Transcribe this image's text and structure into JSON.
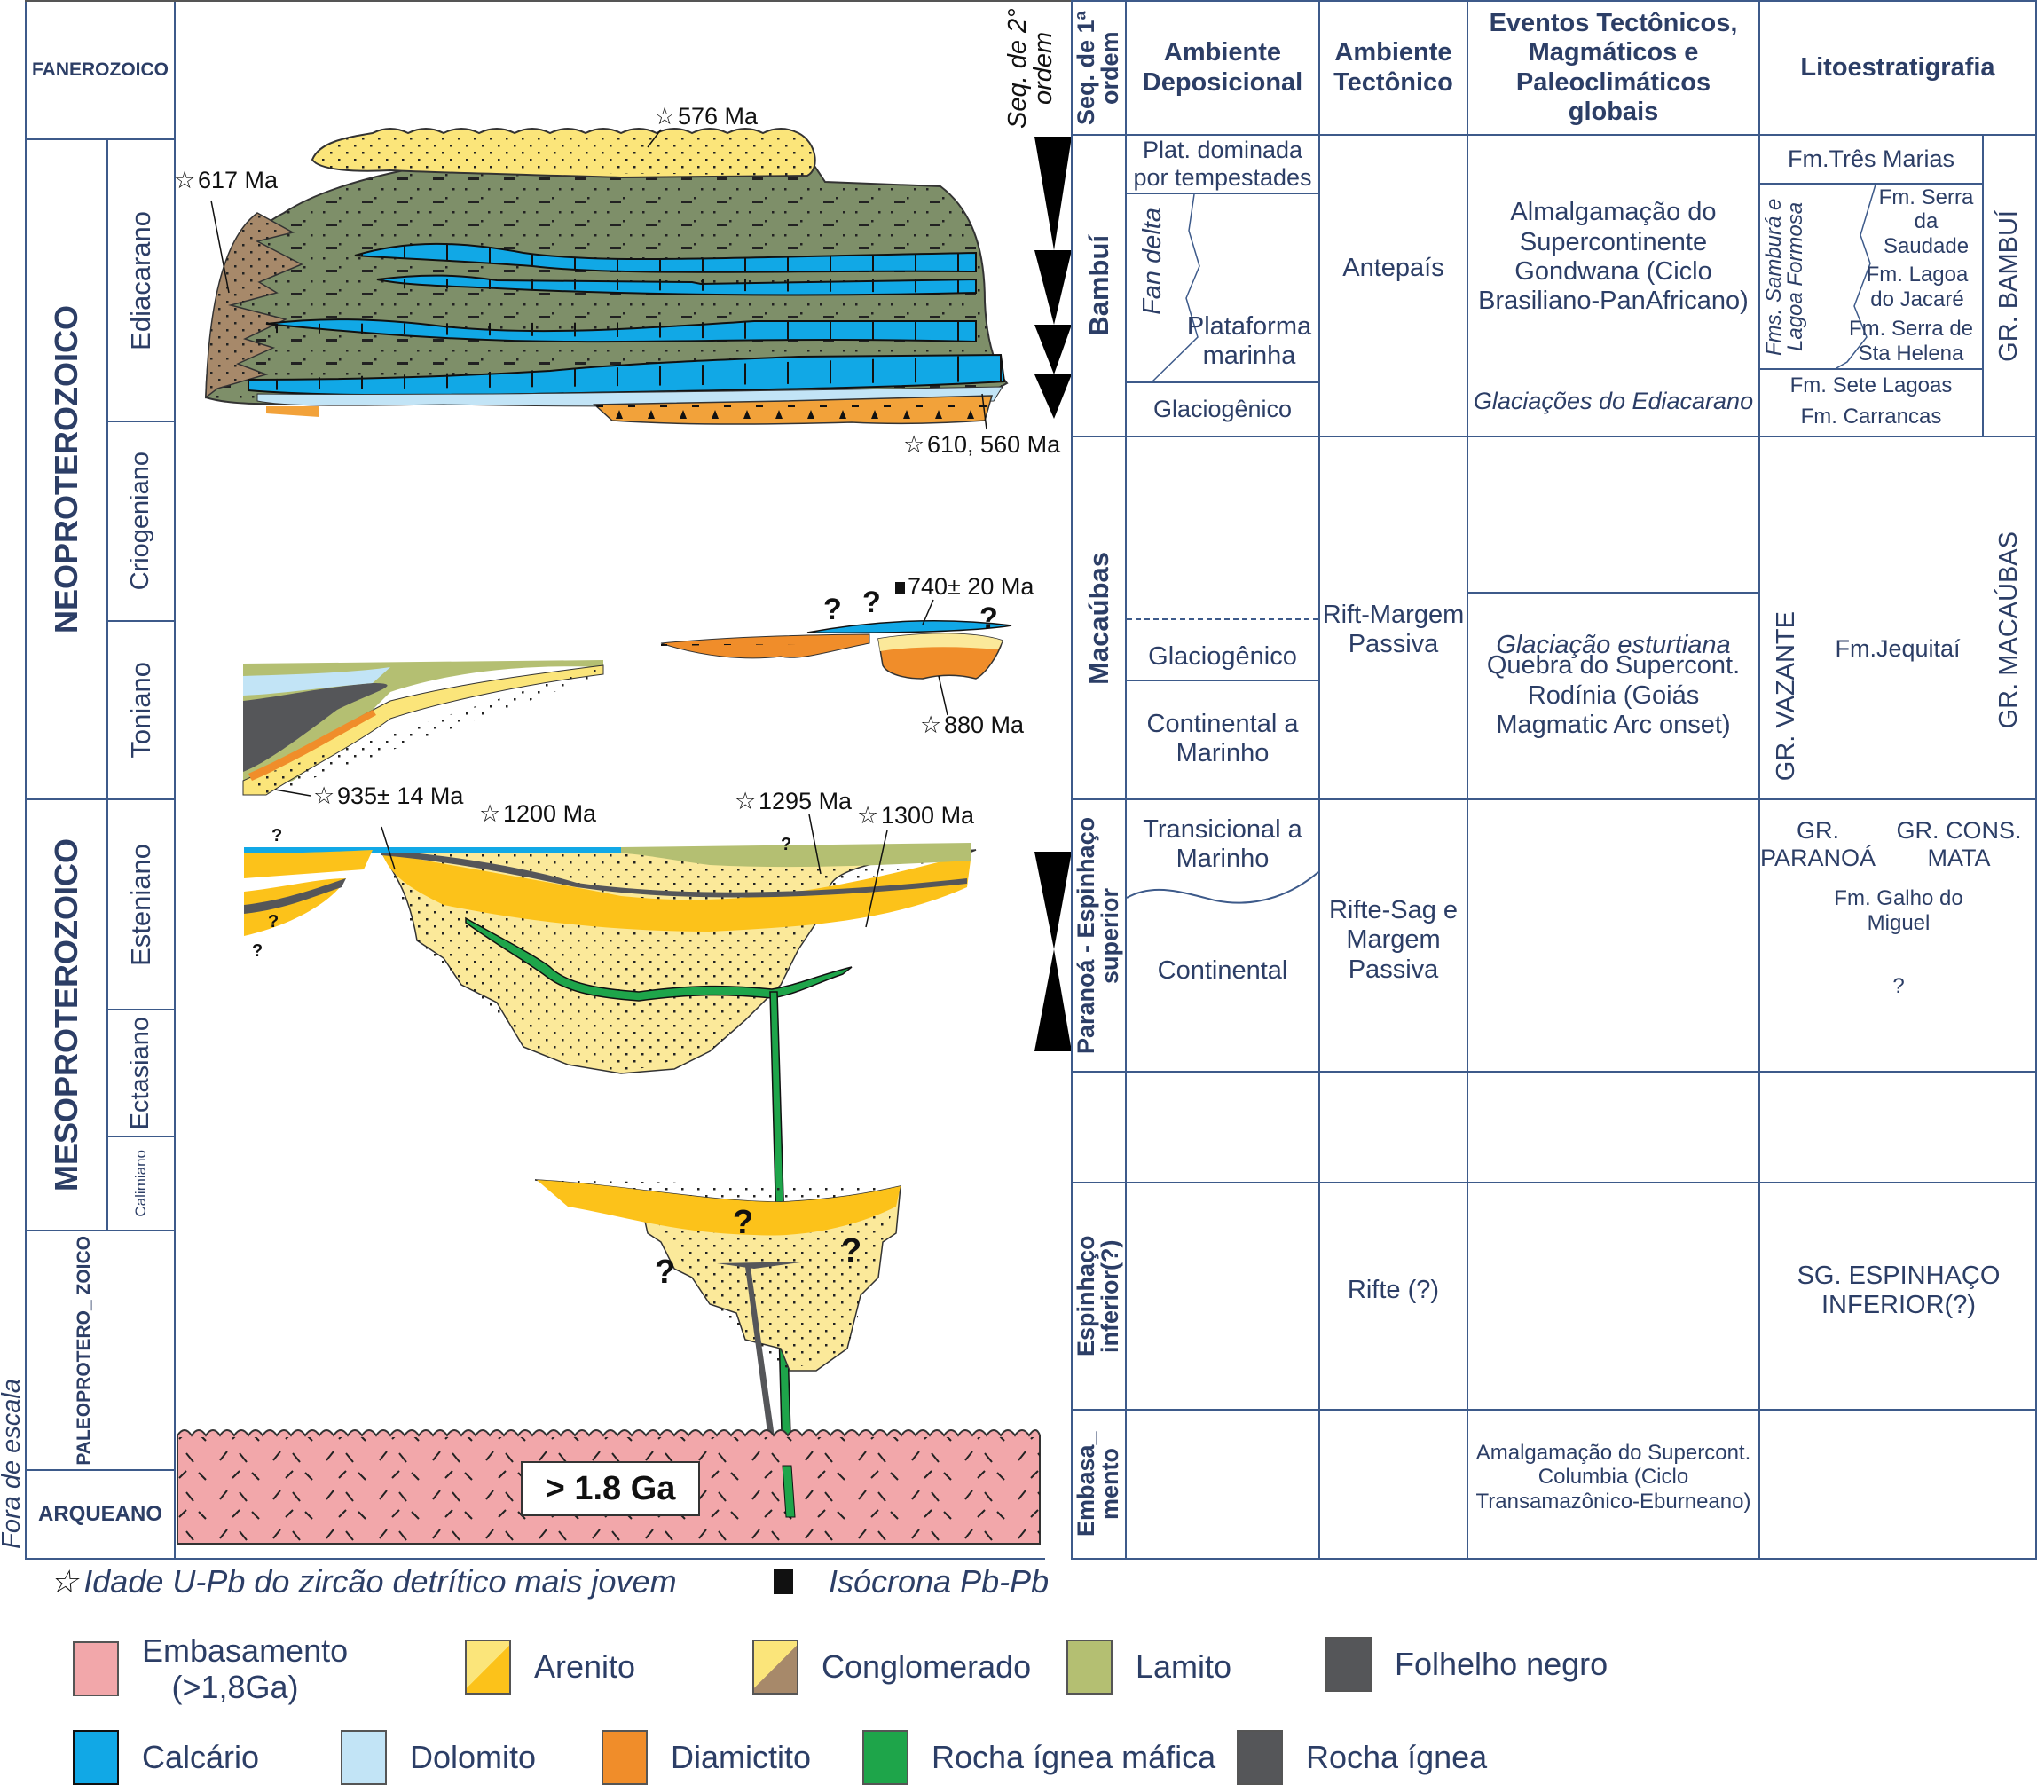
{
  "timescale": {
    "eons": [
      {
        "label": "FANEROZOICO"
      },
      {
        "label": "NEOPROTEROZOICO"
      },
      {
        "label": "MESOPROTEROZOICO"
      },
      {
        "label": "PALEOPROTERO_ ZOICO"
      },
      {
        "label": "ARQUEANO"
      }
    ],
    "periods": [
      {
        "label": "Ediacarano"
      },
      {
        "label": "Criogeniano"
      },
      {
        "label": "Toniano"
      },
      {
        "label": "Esteniano"
      },
      {
        "label": "Ectasiano"
      },
      {
        "label": "Calimiano"
      }
    ],
    "scale_note": "Fora de escala"
  },
  "section": {
    "ages": [
      {
        "label": "576 Ma"
      },
      {
        "label": "617 Ma"
      },
      {
        "label": "610, 560 Ma"
      },
      {
        "label": "740± 20 Ma"
      },
      {
        "label": "880 Ma"
      },
      {
        "label": "935± 14 Ma"
      },
      {
        "label": "1200 Ma"
      },
      {
        "label": "1295 Ma"
      },
      {
        "label": "1300 Ma"
      }
    ],
    "basement_label": "> 1.8 Ga",
    "question_mark": "?",
    "seq2_header": "Seq. de 2° ordem"
  },
  "table": {
    "headers": {
      "seq1": "Seq. de 1ª ordem",
      "dep": "Ambiente Deposicional",
      "tect": "Ambiente Tectônico",
      "events": "Eventos Tectônicos, Magmáticos e Paleoclimáticos globais",
      "lito": "Litoestratigrafia"
    },
    "rows": {
      "bambui": {
        "seq": "Bambuí",
        "dep_top": "Plat. dominada por tempestades",
        "dep_fan": "Fan delta",
        "dep_plat": "Plataforma marinha",
        "dep_glac": "Glaciogênico",
        "tect": "Antepaís",
        "events": "Almalgamação do Supercontinente Gondwana (Ciclo Brasiliano-PanAfricano)",
        "events_glac": "Glaciações do Ediacarano",
        "lito_tres": "Fm.Três Marias",
        "lito_sambura": "Fms. Samburá e Lagoa Formosa",
        "lito_saudade": "Fm. Serra da Saudade",
        "lito_jacare": "Fm. Lagoa do Jacaré",
        "lito_helena": "Fm. Serra de Sta Helena",
        "lito_sete": "Fm. Sete Lagoas",
        "lito_carrancas": "Fm. Carrancas",
        "lito_group": "GR. BAMBUÍ"
      },
      "macaubas": {
        "seq": "Macaúbas",
        "dep_glac": "Glaciogênico",
        "dep_cont": "Continental a Marinho",
        "tect": "Rift-Margem Passiva",
        "events_glac": "Glaciação esturtiana",
        "events": "Quebra do Supercont. Rodínia (Goiás Magmatic Arc onset)",
        "lito_vazante": "GR. VAZANTE",
        "lito_jequitai": "Fm.Jequitaí",
        "lito_group": "GR. MACAÚBAS"
      },
      "paranoa": {
        "seq": "Paranoá - Espinhaço superior",
        "dep_trans": "Transicional a Marinho",
        "dep_cont": "Continental",
        "tect": "Rifte-Sag e Margem Passiva",
        "lito_paranoa": "GR. PARANOÁ",
        "lito_cons": "GR. CONS. MATA",
        "lito_galho": "Fm. Galho do Miguel",
        "lito_q": "?"
      },
      "espinhaco": {
        "seq": "Espinhaço inferior(?)",
        "tect": "Rifte (?)",
        "lito": "SG. ESPINHAÇO INFERIOR(?)"
      },
      "embasamento": {
        "seq": "Embasa_ mento",
        "events": "Amalgamação do Supercont. Columbia (Ciclo Transamazônico-Eburneano)"
      }
    }
  },
  "legend": {
    "star_note": "Idade U-Pb do zircão detrítico mais jovem",
    "square_note": "Isócrona Pb-Pb",
    "items": [
      {
        "label": "Embasamento (>1,8Ga)",
        "color": "#f2a7aa",
        "icon": "basement-pattern-icon"
      },
      {
        "label": "Arenito",
        "color": "#fbe57a",
        "icon": "sandstone-pattern-icon"
      },
      {
        "label": "Conglomerado",
        "color": "#a7896a",
        "icon": "conglomerate-pattern-icon"
      },
      {
        "label": "Lamito",
        "color": "#b4bf72",
        "icon": "mudstone-pattern-icon"
      },
      {
        "label": "Folhelho negro",
        "color": "#555659",
        "icon": "black-shale-pattern-icon"
      },
      {
        "label": "Calcário",
        "color": "#11a8e6",
        "icon": "limestone-pattern-icon"
      },
      {
        "label": "Dolomito",
        "color": "#c2e4f6",
        "icon": "dolomite-pattern-icon"
      },
      {
        "label": "Diamictito",
        "color": "#f08d2a",
        "icon": "diamictite-pattern-icon"
      },
      {
        "label": "Rocha ígnea máfica",
        "color": "#1ea54a",
        "icon": "mafic-igneous-pattern-icon"
      },
      {
        "label": "Rocha ígnea",
        "color": "#555659",
        "icon": "igneous-pattern-icon"
      }
    ]
  },
  "colors": {
    "grid": "#3d5a8a",
    "text": "#2c3e66",
    "lamito_dark": "#7d8c66",
    "arenito_light": "#fbe99a",
    "arenito_dark": "#fcc21a"
  }
}
